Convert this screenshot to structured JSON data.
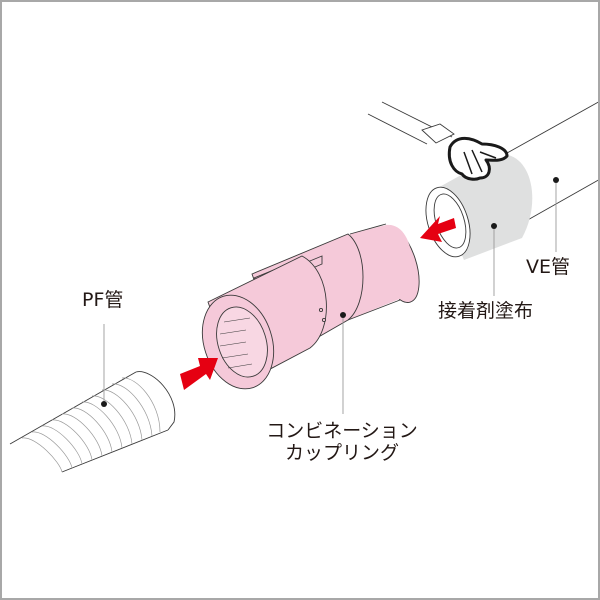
{
  "labels": {
    "pf_pipe": "PF管",
    "ve_pipe": "VE管",
    "adhesive": "接着剤塗布",
    "coupling_line1": "コンビネーション",
    "coupling_line2": "カップリング"
  },
  "colors": {
    "coupling_fill": "#f5c9d9",
    "arrow": "#e50012",
    "adhesive_band": "#dfe0e0",
    "outline": "#3a3a3a",
    "leader": "#9a9a9a",
    "border": "#a8a8a8"
  }
}
